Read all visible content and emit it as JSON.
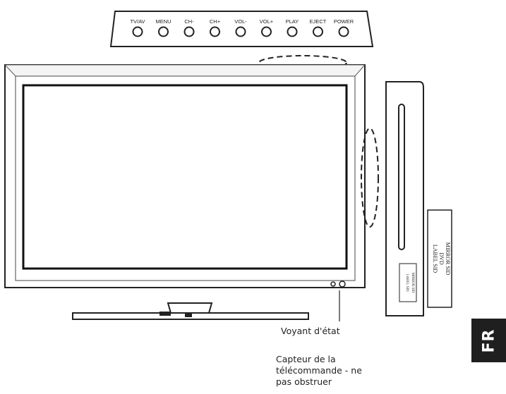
{
  "control_panel": {
    "buttons": [
      "TV/AV",
      "MENU",
      "CH-",
      "CH+",
      "VOL-",
      "VOL+",
      "PLAY",
      "EJECT",
      "POWER"
    ]
  },
  "dvd_side": {
    "small_label_lines": [
      "LABEL SID",
      "MIRROR SID"
    ]
  },
  "disc_label": {
    "lines": [
      "LABEL SID",
      "DVD",
      "MIRROR SID"
    ]
  },
  "captions": {
    "status_light": "Voyant d'état",
    "remote_sensor_lines": [
      "Capteur de la",
      "télécommande - ne",
      "pas obstruer"
    ]
  },
  "language_tab": "FR"
}
